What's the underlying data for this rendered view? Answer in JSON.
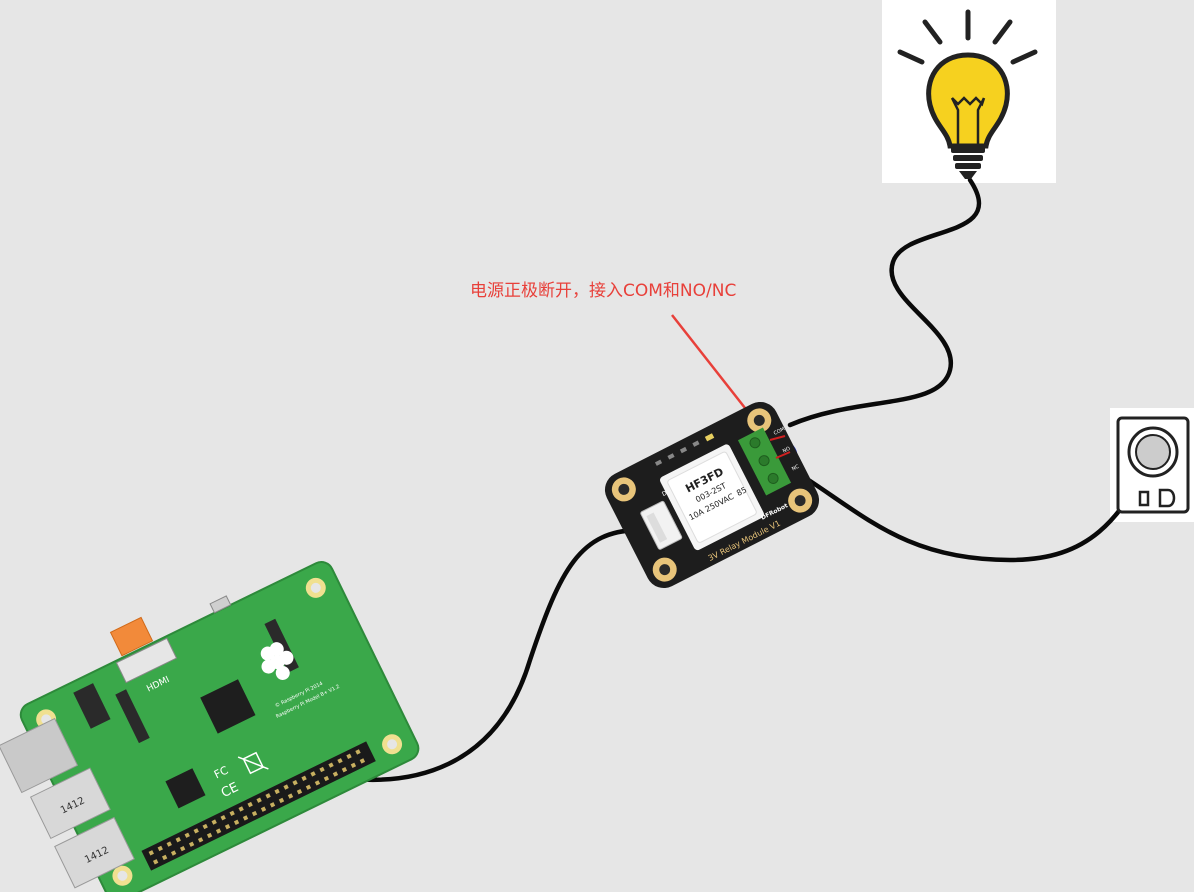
{
  "annotation": {
    "text": "电源正极断开，接入COM和NO/NC",
    "color": "#e8403a"
  },
  "relay_module": {
    "relay_brand": "HF3FD",
    "relay_model": "003-2ST",
    "relay_rating": "10A 250VAC",
    "relay_extra": "85",
    "board_label": "3V Relay Module V1",
    "logo_text": "DFRobot",
    "terminal_labels": [
      "COM",
      "NO",
      "NC"
    ],
    "signal_label": "D"
  },
  "raspberry_pi": {
    "hdmi_label": "HDMI",
    "board_text": "Raspberry Pi Model B+ V1.2",
    "copyright_text": "© Raspberry Pi 2014",
    "usb_label_1": "1412",
    "usb_label_2": "1412",
    "ce_text": "CE",
    "fc_text": "FC"
  },
  "colors": {
    "background": "#e6e6e6",
    "pcb_green": "#3aa84a",
    "pcb_green_dark": "#2d8a3a",
    "relay_board": "#1d1d1d",
    "terminal_green": "#3a9a3a",
    "bulb_yellow": "#f6d11f",
    "wire": "#0a0a0a",
    "arrow": "#e8403a",
    "gold": "#e8c47a"
  }
}
